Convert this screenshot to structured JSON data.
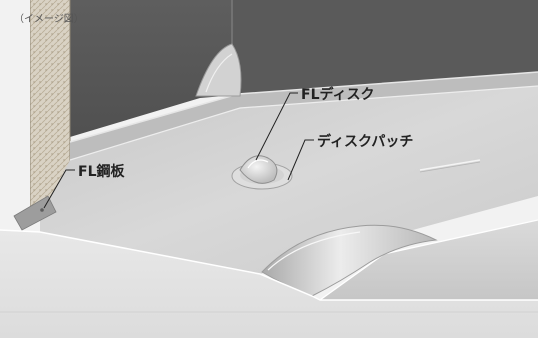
{
  "figure": {
    "caption": "（イメージ図）"
  },
  "callouts": {
    "fl_disk": "FLディスク",
    "disk_patch": "ディスクパッチ",
    "fl_steel_plate": "FL鋼板"
  },
  "colors": {
    "background": "#f2f2f2",
    "wall": "#4e4e4e",
    "sheet": "#d4d4d4",
    "disk": "#cfcfcf",
    "text": "#222222"
  }
}
